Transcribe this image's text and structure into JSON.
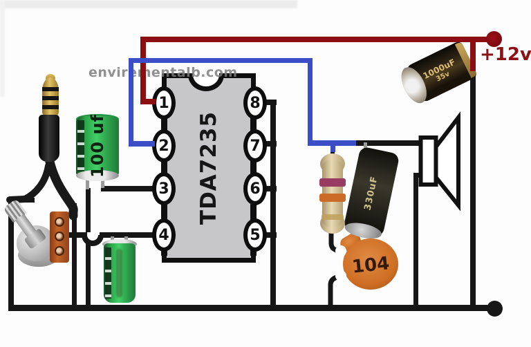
{
  "watermark": {
    "text": "envirementalb.com"
  },
  "supply": {
    "label": "+12v"
  },
  "ic": {
    "part_number": "TDA7235",
    "pins": [
      "1",
      "2",
      "3",
      "4",
      "5",
      "6",
      "7",
      "8"
    ]
  },
  "components": {
    "input_cap": {
      "type": "electrolytic capacitor",
      "label": "100 uf"
    },
    "green_cap_2": {
      "type": "electrolytic capacitor"
    },
    "output_cap": {
      "type": "electrolytic capacitor",
      "label": "330uF"
    },
    "power_cap": {
      "type": "electrolytic capacitor",
      "label": "1000uF",
      "voltage": "35v"
    },
    "ceramic_cap": {
      "type": "ceramic disc capacitor",
      "label": "104"
    },
    "resistor": {
      "type": "resistor"
    },
    "potentiometer": {
      "type": "volume potentiometer"
    },
    "audio_jack": {
      "type": "3.5mm audio jack"
    },
    "speaker": {
      "type": "speaker"
    }
  },
  "colors": {
    "wire_black": "#161616",
    "wire_red": "#8c0e13",
    "wire_blue": "#3c4dc8",
    "ic_body": "#c7c7c9",
    "cap_green": "#2db04d",
    "ceramic_orange": "#cf6f24",
    "watermark_gray": "#7d7d7d"
  }
}
